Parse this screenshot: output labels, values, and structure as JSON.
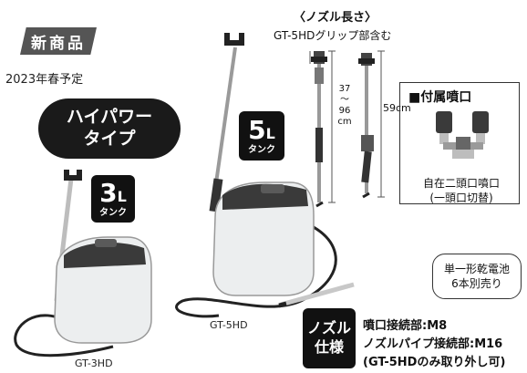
{
  "badge_new": "新商品",
  "release_note": "2023年春予定",
  "high_power": {
    "line1": "ハイパワー",
    "line2": "タイプ"
  },
  "tank_3l": {
    "size": "3",
    "unit": "L",
    "label": "タンク"
  },
  "tank_5l": {
    "size": "5",
    "unit": "L",
    "label": "タンク"
  },
  "nozzle_length": {
    "title": "〈ノズル長さ〉",
    "subtitle": "GT-5HDグリップ部含む",
    "short_dim": {
      "v1": "37",
      "sep": "〜",
      "v2": "96",
      "unit": "cm"
    },
    "long_dim": "59cm"
  },
  "accessory": {
    "title": "■付属噴口",
    "caption1": "自在二頭口噴口",
    "caption2": "(一頭口切替)"
  },
  "battery_note": {
    "line1": "単一形乾電池",
    "line2": "6本別売り"
  },
  "nozzle_spec": {
    "badge_line1": "ノズル",
    "badge_line2": "仕様",
    "line1": "噴口接続部:M8",
    "line2": "ノズルパイプ接続部:M16",
    "line3": "(GT-5HDのみ取り外し可)"
  },
  "models": {
    "small": "GT-3HD",
    "large": "GT-5HD"
  }
}
